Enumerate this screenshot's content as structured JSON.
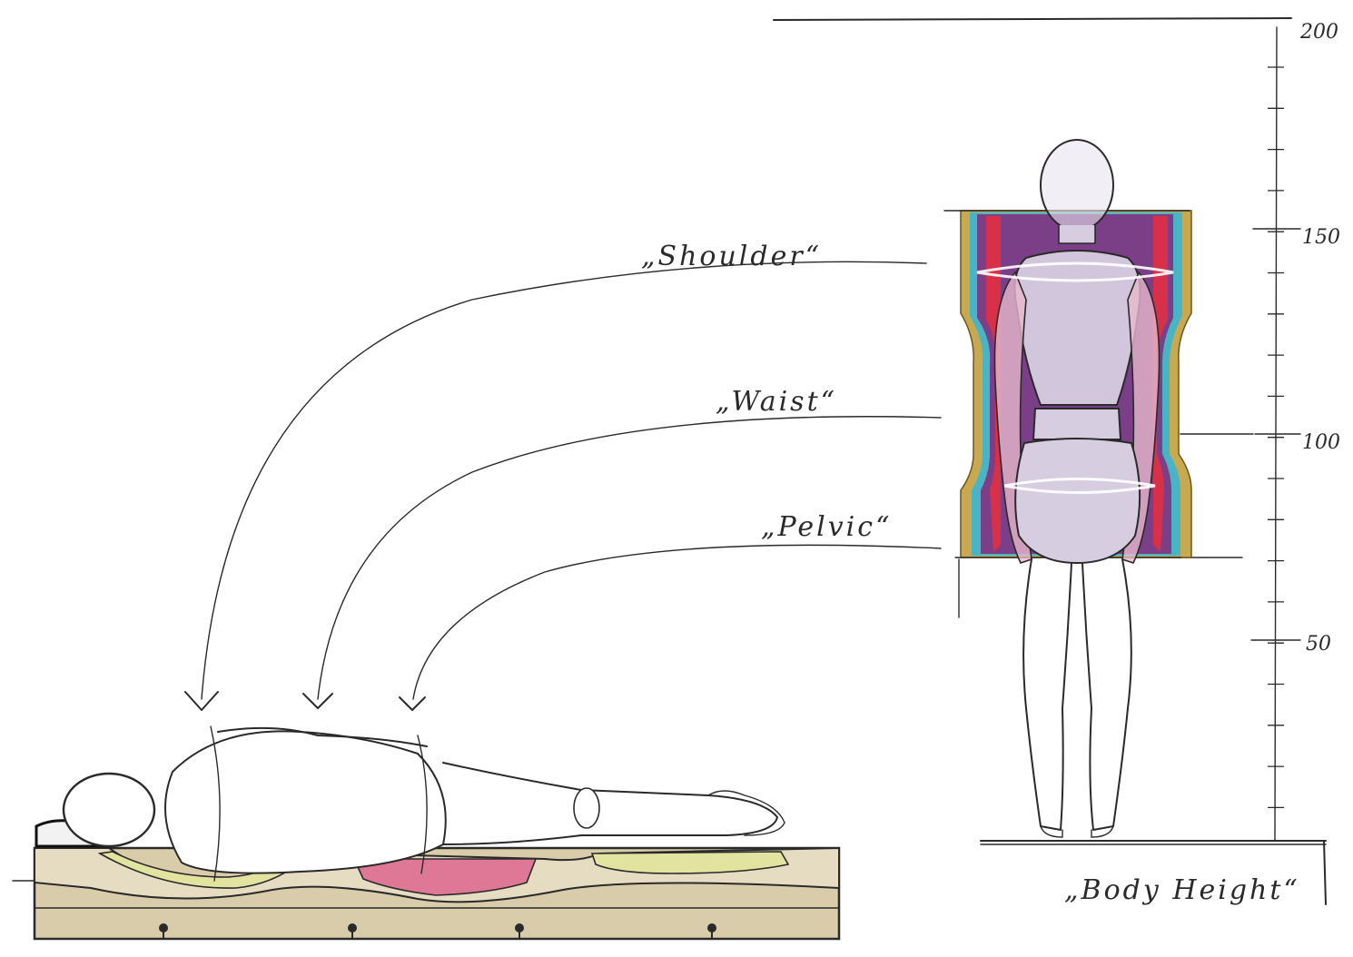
{
  "labels": {
    "shoulder": "„Shoulder“",
    "waist": "„Waist“",
    "pelvic": "„Pelvic“",
    "body_height": "„Body Height“"
  },
  "scale": {
    "ticks": [
      "200",
      "150",
      "100",
      "50"
    ]
  },
  "colors": {
    "mattress": "#d9ccab",
    "shoulder_zone": "#e3e3a0",
    "pelvic_zone": "#df7797",
    "purple": "#7b3f87",
    "red": "#d9304a",
    "cyan": "#48b5c6",
    "gold": "#c9a94f",
    "body_fill": "#d7cde0"
  }
}
